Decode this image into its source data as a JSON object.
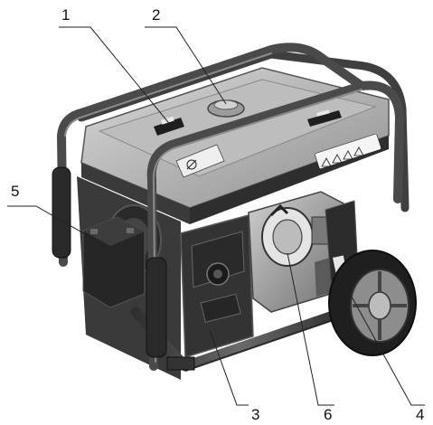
{
  "callouts": [
    {
      "number": "1"
    },
    {
      "number": "2"
    },
    {
      "number": "3"
    },
    {
      "number": "4"
    },
    {
      "number": "5"
    },
    {
      "number": "6"
    }
  ],
  "colors": {
    "frame": "#4a4a4a",
    "tank": "#b8b8b8",
    "body": "#3c3c3c",
    "engine": "#9a9a9a",
    "leader": "#222222"
  }
}
